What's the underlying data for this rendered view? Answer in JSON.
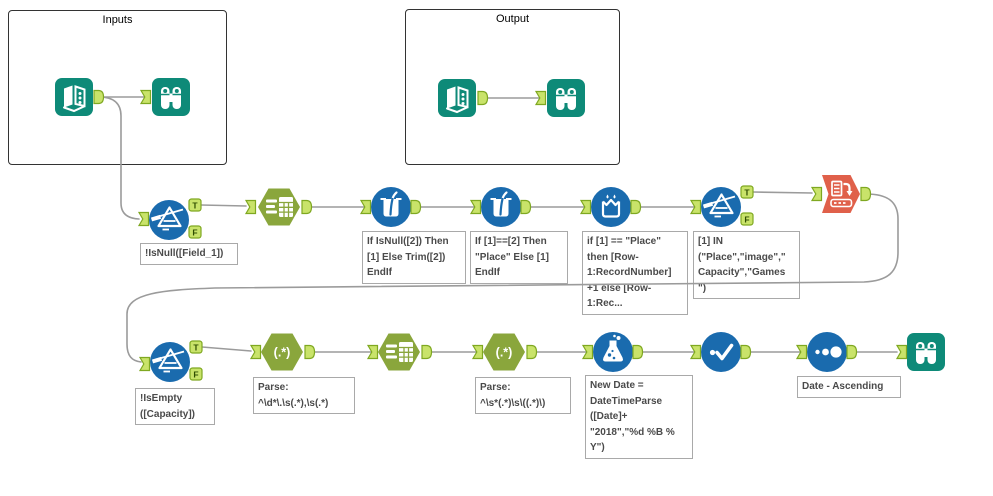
{
  "containers": {
    "inputs": "Inputs",
    "output": "Output"
  },
  "anchor_labels": {
    "t": "T",
    "f": "F"
  },
  "icon_labels": {
    "regex": "(.*)"
  },
  "annotations": {
    "filter_field1": "!IsNull([Field_1])",
    "formula_trim": "If IsNull([2]) Then\n[1] Else Trim([2])\nEndIf",
    "formula_place": "If [1]==[2] Then\n\"Place\" Else [1]\nEndIf",
    "multirow_recordnum": "if [1] == \"Place\"\nthen [Row-\n1:RecordNumber]\n+1 else [Row-\n1:Rec...",
    "filter_in_list": "[1] IN\n(\"Place\",\"image\",\"\nCapacity\",\"Games\n\")",
    "filter_capacity": "!IsEmpty\n([Capacity])",
    "regex_parse1": "Parse:\n^\\d*\\.\\s(.*),\\s(.*)",
    "regex_parse2": "Parse:\n^\\s*(.*)\\s\\((.*)\\)",
    "formula_date": "New Date =\nDateTimeParse\n([Date]+\n\"2018\",\"%d %B %\nY\")",
    "sort_date": "Date - Ascending"
  },
  "colors": {
    "tool_teal": "#0e8a78",
    "tool_blue": "#1a6bae",
    "tool_green": "#8aa63c",
    "tool_orange": "#e0604a",
    "anchor_fill": "#c9e36a",
    "anchor_border": "#7fa821",
    "wire_gray": "#9b9b9b"
  }
}
